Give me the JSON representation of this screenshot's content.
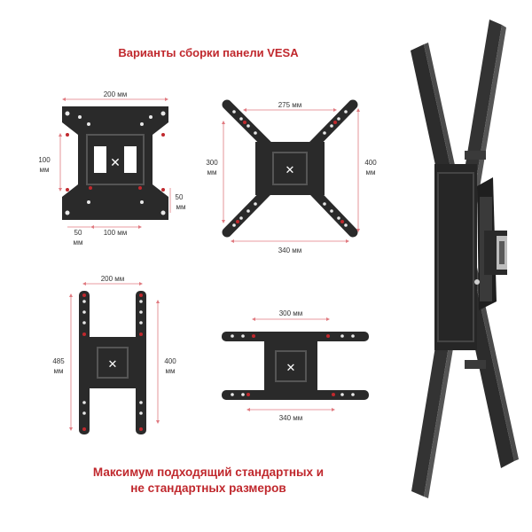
{
  "title": "Варианты сборки панели VESA",
  "caption": {
    "line1": "Максимум подходящий стандартных и",
    "line2": "не стандартных размеров"
  },
  "colors": {
    "accent": "#c0282d",
    "metal": "#2a2a2a",
    "dimension_line": "#e07a80"
  },
  "config1": {
    "width": "200 мм",
    "height_a": "100",
    "height_b": "мм",
    "side_a": "50",
    "side_b": "мм",
    "bottom_left_a": "50",
    "bottom_left_b": "мм",
    "bottom_mid": "100 мм"
  },
  "config2": {
    "top": "275 мм",
    "left_a": "300",
    "left_b": "мм",
    "right_a": "400",
    "right_b": "мм",
    "bottom": "340 мм"
  },
  "config3": {
    "top": "200 мм",
    "left_a": "485",
    "left_b": "мм",
    "right_a": "400",
    "right_b": "мм"
  },
  "config4": {
    "top": "300 мм",
    "bottom": "340 мм"
  }
}
